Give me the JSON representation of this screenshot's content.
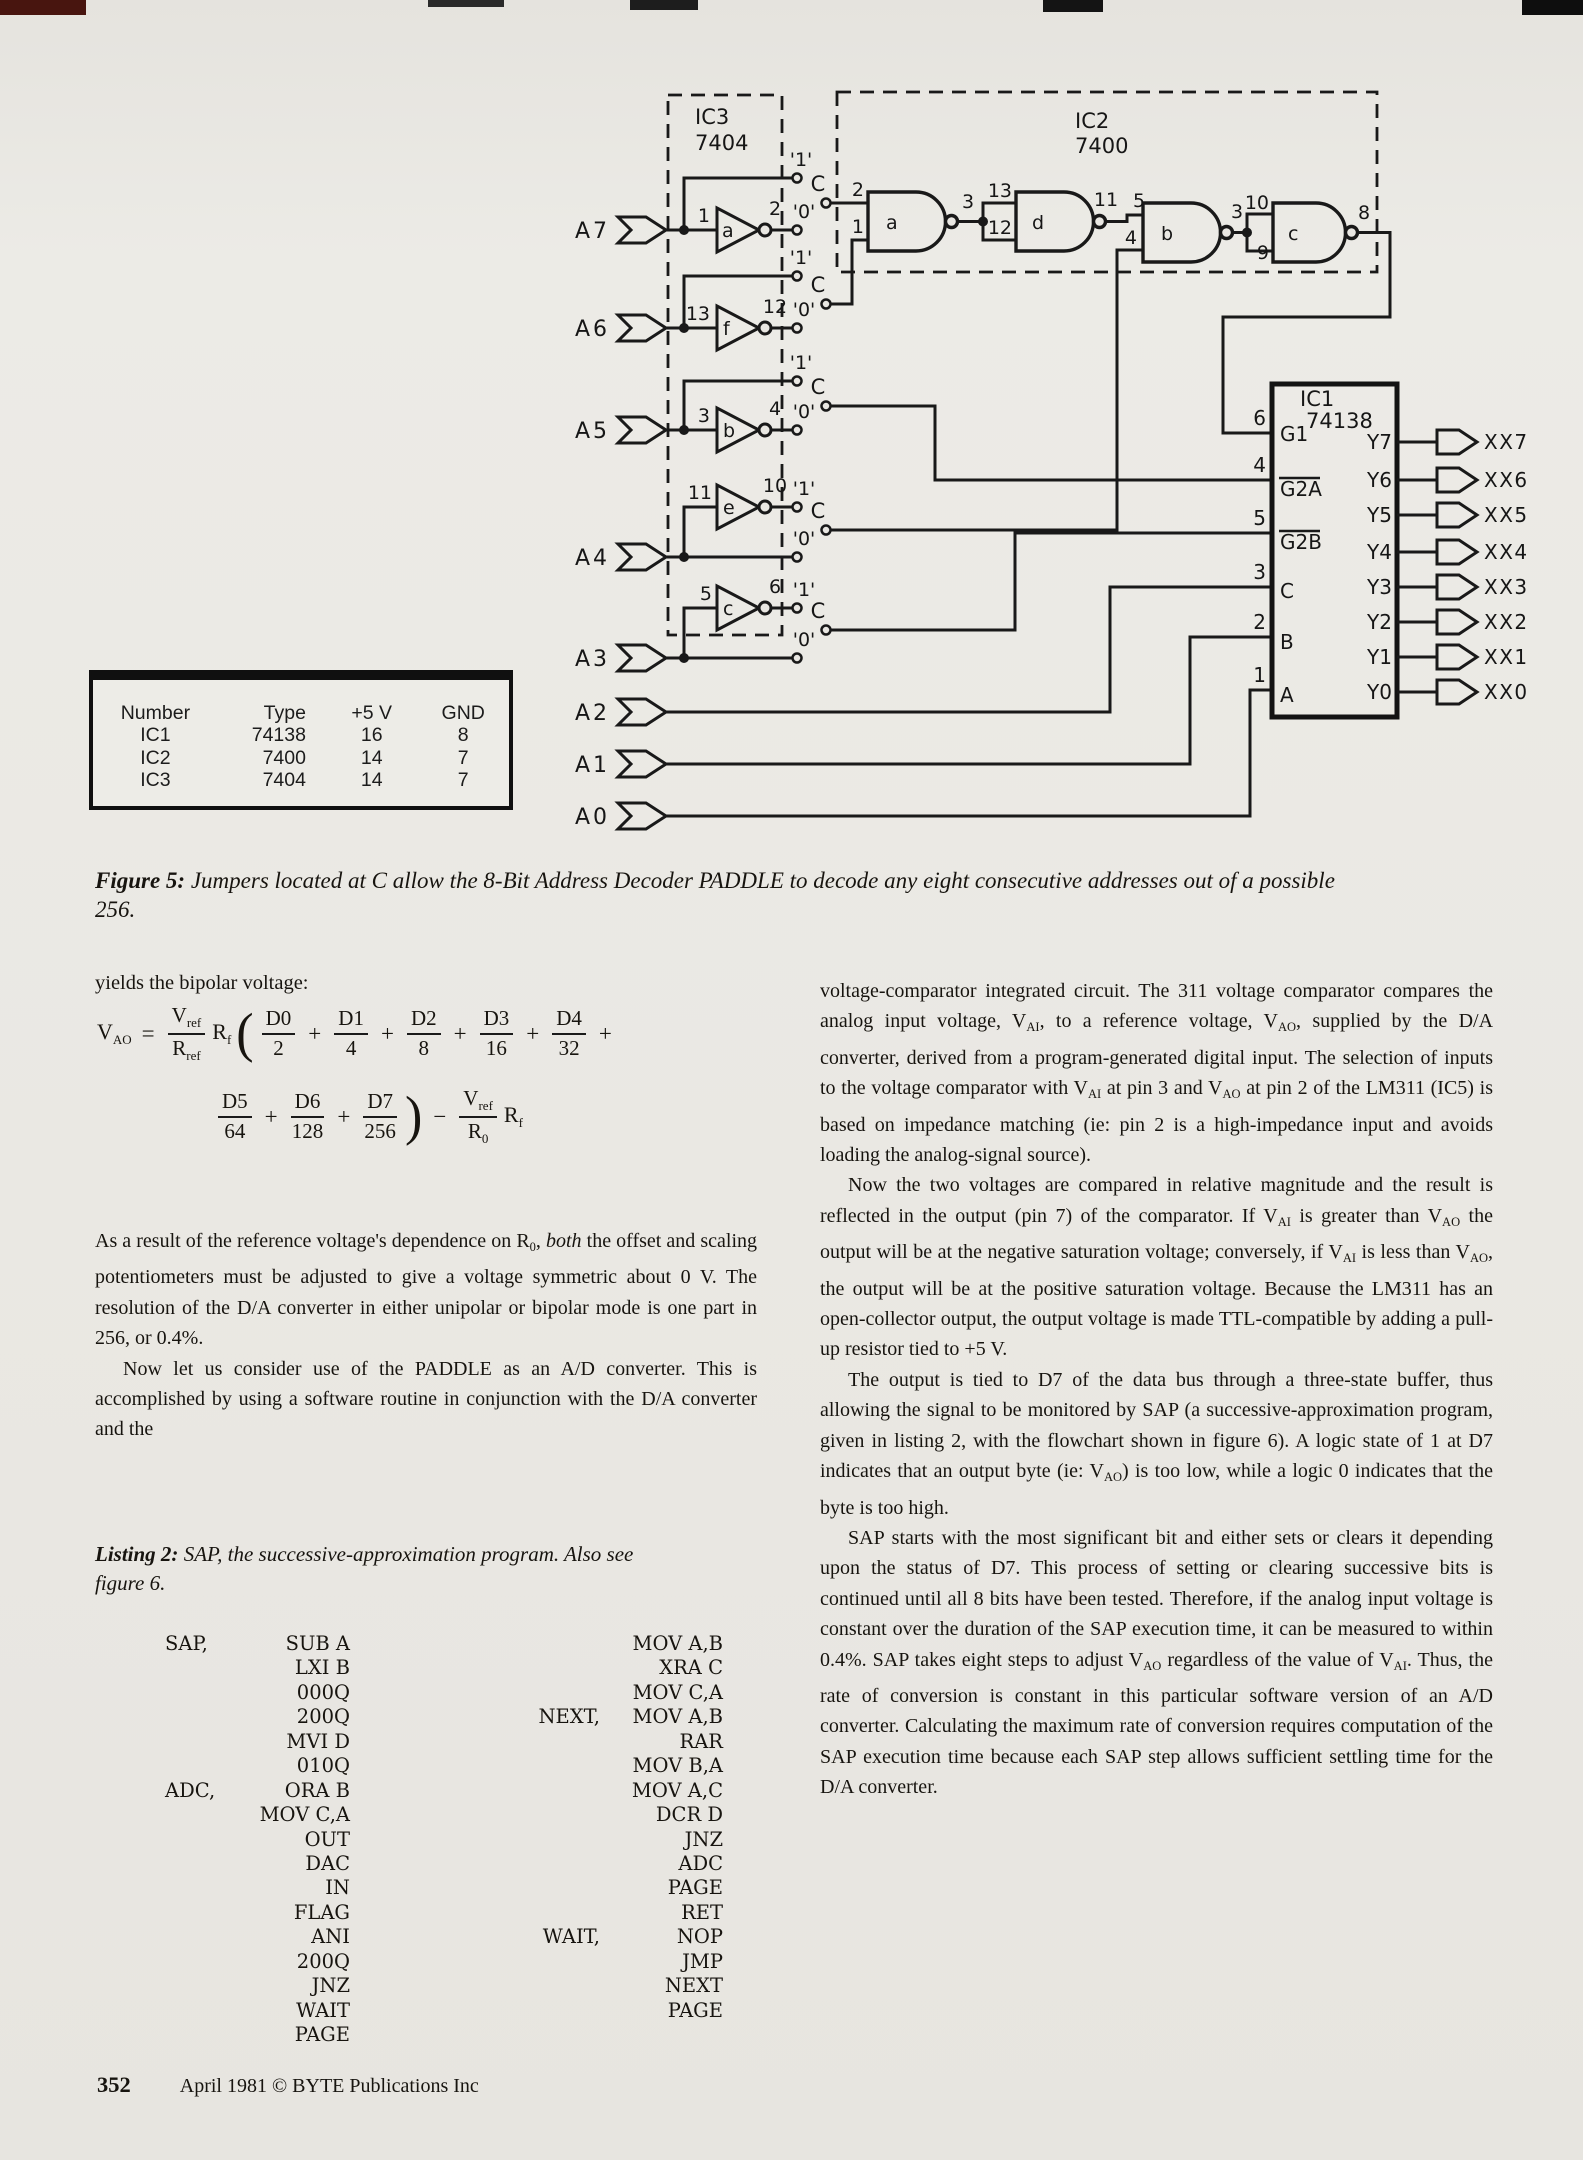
{
  "figure": {
    "ic3_label": "IC3",
    "ic3_type": "7404",
    "ic2_label": "IC2",
    "ic2_type": "7400",
    "ic1_label": "IC1",
    "ic1_type": "74138",
    "jumper": "C",
    "quote_one": "'1'",
    "quote_zero": "'0'",
    "addr": [
      "A7",
      "A6",
      "A5",
      "A4",
      "A3",
      "A2",
      "A1",
      "A0"
    ],
    "inverters": [
      {
        "gate": "a",
        "pin_in": "1",
        "pin_out": "2"
      },
      {
        "gate": "f",
        "pin_in": "13",
        "pin_out": "12"
      },
      {
        "gate": "b",
        "pin_in": "3",
        "pin_out": "4"
      },
      {
        "gate": "e",
        "pin_in": "11",
        "pin_out": "10"
      },
      {
        "gate": "c",
        "pin_in": "5",
        "pin_out": "6"
      }
    ],
    "nands": [
      {
        "gate": "a",
        "in_top": "2",
        "in_bot": "1",
        "out": "3"
      },
      {
        "gate": "d",
        "in_top": "13",
        "in_bot": "12",
        "out": "11"
      },
      {
        "gate": "b",
        "in_top": "5",
        "in_bot": "4",
        "out": "3"
      },
      {
        "gate": "c",
        "in_top": "10",
        "in_bot": "9",
        "out": "8"
      }
    ],
    "ic1_pins": [
      {
        "num": "6",
        "name": "G1"
      },
      {
        "num": "4",
        "name": "G2A"
      },
      {
        "num": "5",
        "name": "G2B"
      },
      {
        "num": "3",
        "name": "C"
      },
      {
        "num": "2",
        "name": "B"
      },
      {
        "num": "1",
        "name": "A"
      }
    ],
    "outputs": [
      {
        "pin": "Y7",
        "label": "XX7"
      },
      {
        "pin": "Y6",
        "label": "XX6"
      },
      {
        "pin": "Y5",
        "label": "XX5"
      },
      {
        "pin": "Y4",
        "label": "XX4"
      },
      {
        "pin": "Y3",
        "label": "XX3"
      },
      {
        "pin": "Y2",
        "label": "XX2"
      },
      {
        "pin": "Y1",
        "label": "XX1"
      },
      {
        "pin": "Y0",
        "label": "XX0"
      }
    ],
    "table": {
      "headers": [
        "Number",
        "Type",
        "+5 V",
        "GND"
      ],
      "rows": [
        [
          "IC1",
          "74138",
          "16",
          "8"
        ],
        [
          "IC2",
          "7400",
          "14",
          "7"
        ],
        [
          "IC3",
          "7404",
          "14",
          "7"
        ]
      ]
    },
    "caption_label": "Figure 5:",
    "caption_lines": [
      "Jumpers located at C allow the 8-Bit Address Decoder PADDLE to decode any eight consecutive addresses out of a possible",
      "256."
    ]
  },
  "formula": {
    "intro": "yields the bipolar voltage:",
    "v": "V",
    "sub_ao": "AO",
    "equals": "=",
    "vref_num": "V",
    "vref_sub": "ref",
    "rref_den": "R",
    "rref_sub": "ref",
    "r": "R",
    "sub_f": "f",
    "open_paren": "(",
    "close_paren": ")",
    "plus": "+",
    "minus": "−",
    "terms": [
      {
        "num": "D0",
        "den": "2"
      },
      {
        "num": "D1",
        "den": "4"
      },
      {
        "num": "D2",
        "den": "8"
      },
      {
        "num": "D3",
        "den": "16"
      },
      {
        "num": "D4",
        "den": "32"
      },
      {
        "num": "D5",
        "den": "64"
      },
      {
        "num": "D6",
        "den": "128"
      },
      {
        "num": "D7",
        "den": "256"
      }
    ],
    "r0_den": "R",
    "r0_sub": "0"
  },
  "left_col": {
    "para1": [
      {
        "t": "As a result of the reference voltage's dependence on R"
      },
      {
        "s": "0"
      },
      {
        "t": ", "
      },
      {
        "i": "both"
      },
      {
        "t": " the offset and scaling potentiometers must be adjusted to give a voltage symmetric about 0 V. The resolution of the D/A converter in either unipolar or bipolar mode is one part in 256, or 0.4%."
      }
    ],
    "para2": [
      {
        "t": "Now let us consider use of the PADDLE as an A/D converter. This is accomplished by using a software routine in conjunction with the D/A converter and the"
      }
    ],
    "listing_label": "Listing 2:",
    "listing_caption_lines": [
      "SAP, the successive-approximation program. Also see",
      "figure 6."
    ],
    "listing_left": [
      {
        "label": "SAP,",
        "op": "SUB A"
      },
      {
        "label": "",
        "op": "LXI B"
      },
      {
        "label": "",
        "op": "000Q"
      },
      {
        "label": "",
        "op": "200Q"
      },
      {
        "label": "",
        "op": "MVI D"
      },
      {
        "label": "",
        "op": "010Q"
      },
      {
        "label": "ADC,",
        "op": "ORA B"
      },
      {
        "label": "",
        "op": "MOV C,A"
      },
      {
        "label": "",
        "op": "OUT"
      },
      {
        "label": "",
        "op": "DAC"
      },
      {
        "label": "",
        "op": "IN"
      },
      {
        "label": "",
        "op": "FLAG"
      },
      {
        "label": "",
        "op": "ANI"
      },
      {
        "label": "",
        "op": "200Q"
      },
      {
        "label": "",
        "op": "JNZ"
      },
      {
        "label": "",
        "op": "WAIT"
      },
      {
        "label": "",
        "op": "PAGE"
      }
    ],
    "listing_right": [
      {
        "label": "",
        "op": "MOV A,B"
      },
      {
        "label": "",
        "op": "XRA C"
      },
      {
        "label": "",
        "op": "MOV C,A"
      },
      {
        "label": "NEXT,",
        "op": "MOV A,B"
      },
      {
        "label": "",
        "op": "RAR"
      },
      {
        "label": "",
        "op": "MOV B,A"
      },
      {
        "label": "",
        "op": "MOV A,C"
      },
      {
        "label": "",
        "op": "DCR D"
      },
      {
        "label": "",
        "op": "JNZ"
      },
      {
        "label": "",
        "op": "ADC"
      },
      {
        "label": "",
        "op": "PAGE"
      },
      {
        "label": "",
        "op": "RET"
      },
      {
        "label": "WAIT,",
        "op": "NOP"
      },
      {
        "label": "",
        "op": "JMP"
      },
      {
        "label": "",
        "op": "NEXT"
      },
      {
        "label": "",
        "op": "PAGE"
      }
    ]
  },
  "right_col": {
    "para1": [
      {
        "t": "voltage-comparator integrated circuit. The 311 voltage comparator compares the analog input voltage, V"
      },
      {
        "s": "AI"
      },
      {
        "t": ", to a reference voltage, V"
      },
      {
        "s": "AO"
      },
      {
        "t": ", supplied by the D/A converter, derived from a program-generated digital input. The selection of inputs to the voltage comparator with V"
      },
      {
        "s": "AI"
      },
      {
        "t": " at pin 3 and V"
      },
      {
        "s": "AO"
      },
      {
        "t": " at pin 2 of the LM311 (IC5) is based on impedance matching (ie: pin 2 is a high-impedance input and avoids loading the analog-signal source)."
      }
    ],
    "para2": [
      {
        "t": "Now the two voltages are compared in relative magnitude and the result is reflected in the output (pin 7) of the comparator. If V"
      },
      {
        "s": "AI"
      },
      {
        "t": " is greater than V"
      },
      {
        "s": "AO"
      },
      {
        "t": " the output will be at the negative saturation voltage; conversely, if V"
      },
      {
        "s": "AI"
      },
      {
        "t": " is less than V"
      },
      {
        "s": "AO"
      },
      {
        "t": ", the output will be at the positive saturation voltage. Because the LM311 has an open-collector output, the output voltage is made TTL-compatible by adding a pull-up resistor tied to +5 V."
      }
    ],
    "para3": [
      {
        "t": "The output is tied to D7 of the data bus through a three-state buffer, thus allowing the signal to be monitored by SAP (a successive-approximation program, given in listing 2, with the flowchart shown in figure 6). A logic state of 1 at D7 indicates that an output byte (ie: V"
      },
      {
        "s": "AO"
      },
      {
        "t": ") is too low, while a logic 0 indicates that the byte is too high."
      }
    ],
    "para4": [
      {
        "t": "SAP starts with the most significant bit and either sets or clears it depending upon the status of D7. This process of setting or clearing successive bits is continued until all 8 bits have been tested. Therefore, if the analog input voltage is constant over the duration of the SAP execution time, it can be measured to within 0.4%. SAP takes eight steps to adjust V"
      },
      {
        "s": "AO"
      },
      {
        "t": " regardless of the value of V"
      },
      {
        "s": "AI"
      },
      {
        "t": ". Thus, the rate of conversion is constant in this particular software version of an A/D converter. Calculating the maximum rate of conversion requires computation of the SAP execution time because each SAP step allows sufficient settling time for the D/A converter."
      }
    ]
  },
  "footer": {
    "page": "352",
    "text": "April 1981 © BYTE Publications Inc"
  }
}
